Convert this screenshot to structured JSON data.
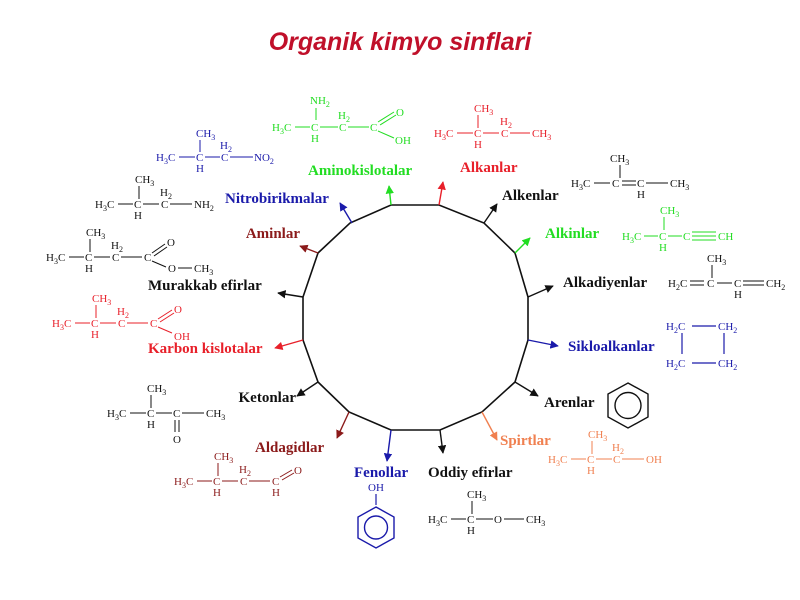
{
  "title": "Organik kimyo sinflari",
  "colors": {
    "title": "#c0102a",
    "black": "#111111",
    "red": "#e8202a",
    "green": "#22dd22",
    "blue": "#1a1aaa",
    "darkred": "#8b1a1a",
    "orange": "#f08050"
  },
  "classes": [
    {
      "id": "nitro",
      "label": "Nitrobirikmalar",
      "color": "blue"
    },
    {
      "id": "amino",
      "label": "Aminokislotalar",
      "color": "green"
    },
    {
      "id": "alkan",
      "label": "Alkanlar",
      "color": "red"
    },
    {
      "id": "alken",
      "label": "Alkenlar",
      "color": "black"
    },
    {
      "id": "alkin",
      "label": "Alkinlar",
      "color": "green"
    },
    {
      "id": "alkadien",
      "label": "Alkadiyenlar",
      "color": "black"
    },
    {
      "id": "sikloalkan",
      "label": "Sikloalkanlar",
      "color": "blue"
    },
    {
      "id": "aren",
      "label": "Arenlar",
      "color": "black"
    },
    {
      "id": "spirt",
      "label": "Spirtlar",
      "color": "orange"
    },
    {
      "id": "efir",
      "label": "Oddiy efirlar",
      "color": "black"
    },
    {
      "id": "fenol",
      "label": "Fenollar",
      "color": "blue"
    },
    {
      "id": "aldegid",
      "label": "Aldagidlar",
      "color": "darkred"
    },
    {
      "id": "keton",
      "label": "Ketonlar",
      "color": "black"
    },
    {
      "id": "karbon",
      "label": "Karbon kislotalar",
      "color": "red"
    },
    {
      "id": "murakkab",
      "label": "Murakkab efirlar",
      "color": "black"
    },
    {
      "id": "amin",
      "label": "Aminlar",
      "color": "darkred"
    }
  ],
  "formula_text": {
    "ch3": "CH",
    "h3c": "H",
    "c": "C",
    "h": "H",
    "h2": "H",
    "ch2": "CH",
    "h2c": "H",
    "no2": "NO",
    "nh2": "NH",
    "oh": "OH",
    "o": "O",
    "ch": "CH",
    "sub2": "2",
    "sub3": "3"
  }
}
